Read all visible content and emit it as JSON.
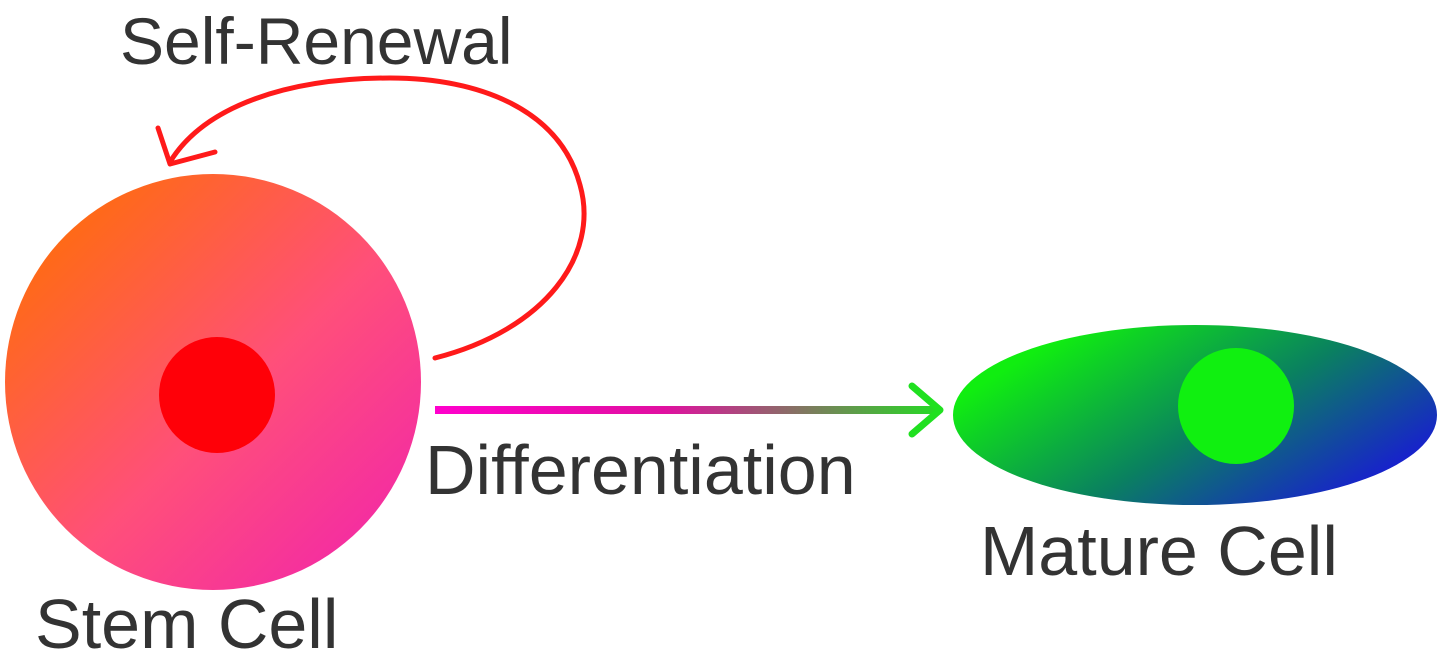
{
  "labels": {
    "self_renewal": "Self-Renewal",
    "differentiation": "Differentiation",
    "stem_cell": "Stem Cell",
    "mature_cell": "Mature Cell"
  },
  "colors": {
    "stem_cell_gradient": [
      "#ff7000",
      "#ff4f7a",
      "#f020b0"
    ],
    "stem_cell_nucleus": "#ff0008",
    "mature_cell_gradient": [
      "#10ee10",
      "#0a8060",
      "#1a10e0"
    ],
    "mature_cell_nucleus": "#10f010",
    "self_renewal_arrow": "#ff1a1a",
    "differentiation_arrow_gradient": [
      "#ff00cc",
      "#20e020"
    ],
    "text": "#333333"
  }
}
